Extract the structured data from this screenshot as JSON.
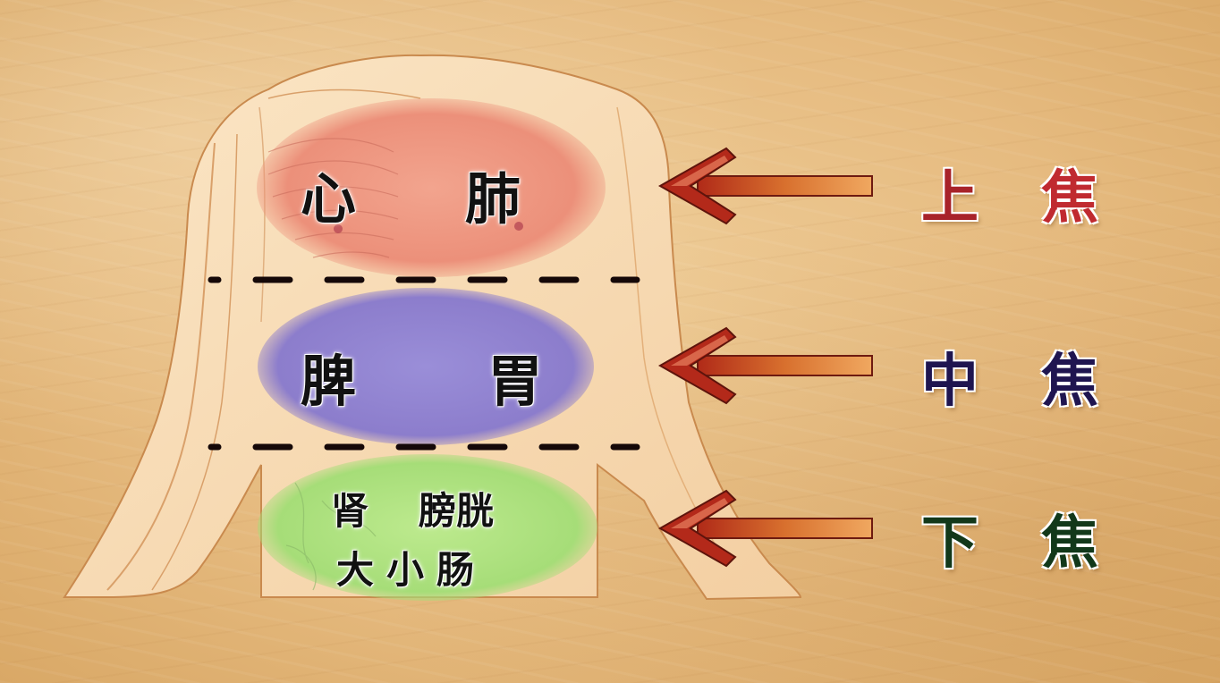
{
  "diagram": {
    "subject": "San Jiao (Triple Burner) body regions",
    "regions": [
      {
        "id": "upper",
        "organs": [
          "心",
          "肺"
        ],
        "jiao_label": [
          "上",
          "焦"
        ],
        "label_color": "#a8232a",
        "organ_area_color": "#e88a7a"
      },
      {
        "id": "middle",
        "organs": [
          "脾",
          "胃"
        ],
        "jiao_label": [
          "中",
          "焦"
        ],
        "label_color": "#1f1550",
        "organ_area_color": "#8e7fd0"
      },
      {
        "id": "lower",
        "organs_line1": [
          "肾",
          "膀胱"
        ],
        "organs_line2": "大小肠",
        "jiao_label": [
          "下",
          "焦"
        ],
        "label_color": "#12381a",
        "organ_area_color": "#a8e07a"
      }
    ],
    "divider_style": "dashed",
    "arrow_color": "#b23a20"
  }
}
